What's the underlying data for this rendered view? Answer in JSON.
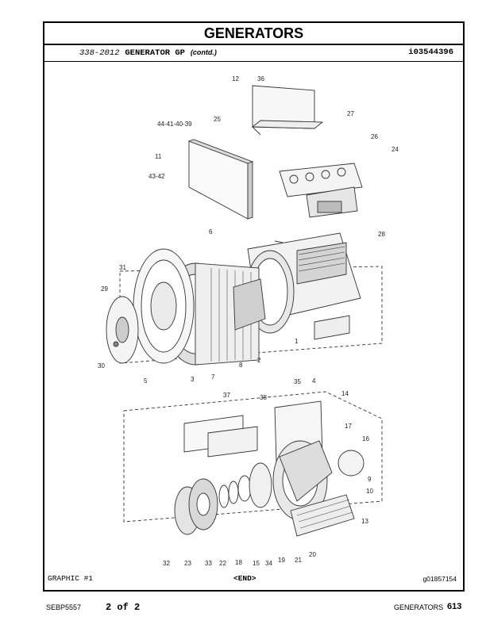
{
  "header": {
    "title": "GENERATORS",
    "part_number": "338-2012",
    "part_name": "GENERATOR GP",
    "contd": "(contd.)",
    "doc_id": "i03544396"
  },
  "graphic": {
    "label": "GRAPHIC #1",
    "end_marker": "<END>",
    "graphic_id": "g01857154"
  },
  "callouts": [
    "12",
    "36",
    "27",
    "25",
    "44-41-40-39",
    "26",
    "24",
    "11",
    "43-42",
    "28",
    "6",
    "31",
    "29",
    "30",
    "5",
    "3",
    "7",
    "8",
    "2",
    "1",
    "4",
    "35",
    "37",
    "38",
    "14",
    "17",
    "16",
    "9",
    "10",
    "13",
    "32",
    "23",
    "33",
    "22",
    "18",
    "15",
    "34",
    "19",
    "21",
    "20"
  ],
  "footer": {
    "doc_code": "SEBP5557",
    "page_of": "2 of 2",
    "section": "GENERATORS",
    "page_number": "613"
  }
}
